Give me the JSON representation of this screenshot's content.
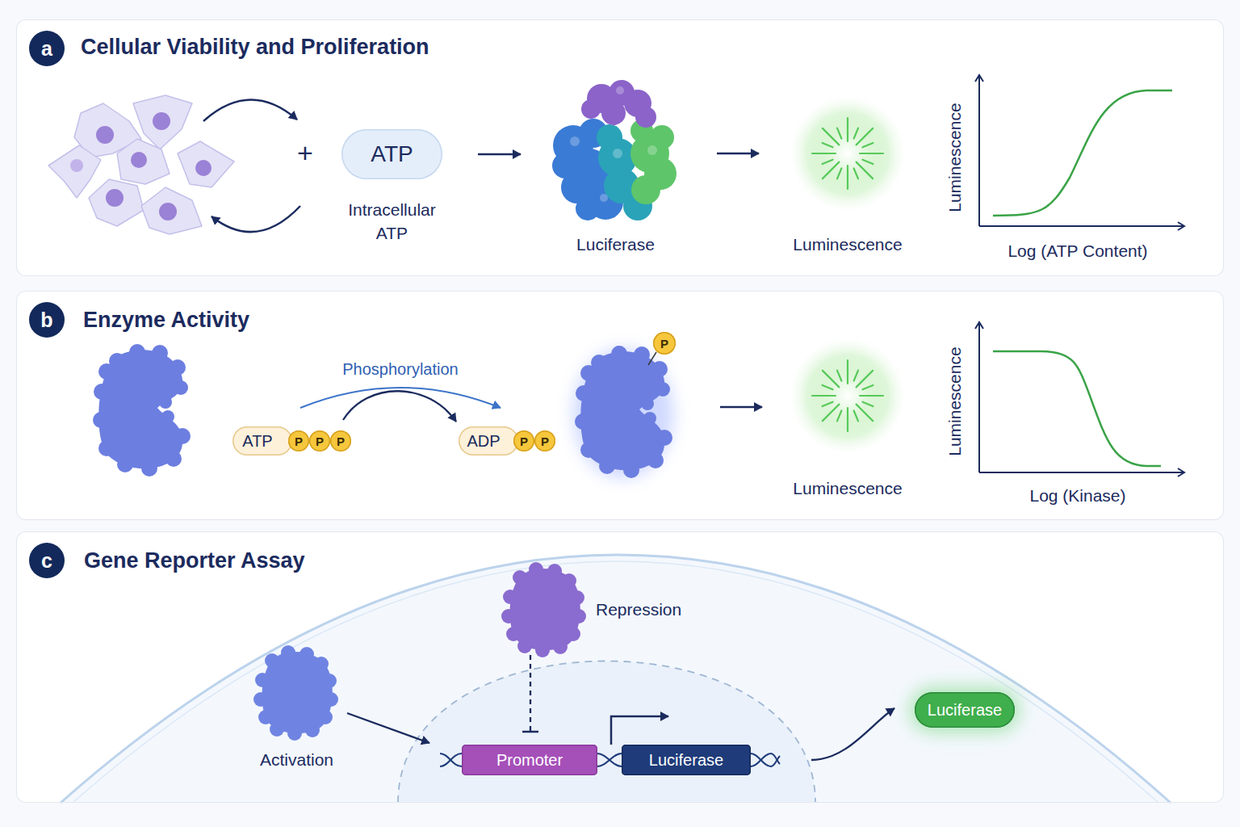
{
  "diagram": {
    "nodes": [
      {
        "text": [
          "Cellular Viability and Proliferation"
        ]
      },
      {
        "text": [
          "a"
        ],
        "in": 0
      },
      {
        "text": [
          "ATP",
          "Intracellular ATP"
        ],
        "in": 0
      },
      {
        "text": [
          "Luciferase"
        ],
        "in": 0
      },
      {
        "text": [
          "Luminescence"
        ],
        "in": 0
      },
      {
        "text": [
          "Enzyme Activity"
        ]
      },
      {
        "text": [
          "b"
        ],
        "in": 5
      },
      {
        "text": [
          "ATP"
        ],
        "in": 5
      },
      {
        "text": [
          "P"
        ],
        "in": 5
      },
      {
        "text": [
          "P"
        ],
        "in": 5
      },
      {
        "text": [
          "P"
        ],
        "in": 5
      },
      {
        "text": [
          "ADP"
        ],
        "in": 5
      },
      {
        "text": [
          "P"
        ],
        "in": 5
      },
      {
        "text": [
          "P"
        ],
        "in": 5
      },
      {
        "text": [
          "P"
        ],
        "in": 5
      },
      {
        "text": [
          "Luminescence"
        ],
        "in": 5
      },
      {
        "text": [
          "Gene Reporter Assay"
        ]
      },
      {
        "text": [
          "c"
        ],
        "in": 16
      },
      {
        "text": [
          "Repression"
        ],
        "in": 16
      },
      {
        "text": [
          "Activation"
        ],
        "in": 16
      },
      {
        "text": [
          "Promoter"
        ],
        "in": 16
      },
      {
        "text": [
          "Luciferase"
        ],
        "in": 16
      },
      {
        "text": [
          "Luciferase"
        ],
        "in": 16
      }
    ],
    "edges": [
      {
        "from": 2,
        "to": 3,
        "arrow": "to"
      },
      {
        "from": 3,
        "to": 4,
        "arrow": "to"
      },
      {
        "from": 7,
        "to": 11,
        "arrow": "to"
      },
      {
        "from": 18,
        "to": 20,
        "arrow": "to"
      },
      {
        "from": 19,
        "to": 20,
        "arrow": "to"
      },
      {
        "from": 21,
        "to": 22,
        "arrow": "to"
      }
    ],
    "labels": [
      "+",
      "Luminescence",
      "Log (ATP Content)",
      "Phosphorylation",
      "Luminescence",
      "Log (Kinase)"
    ]
  }
}
